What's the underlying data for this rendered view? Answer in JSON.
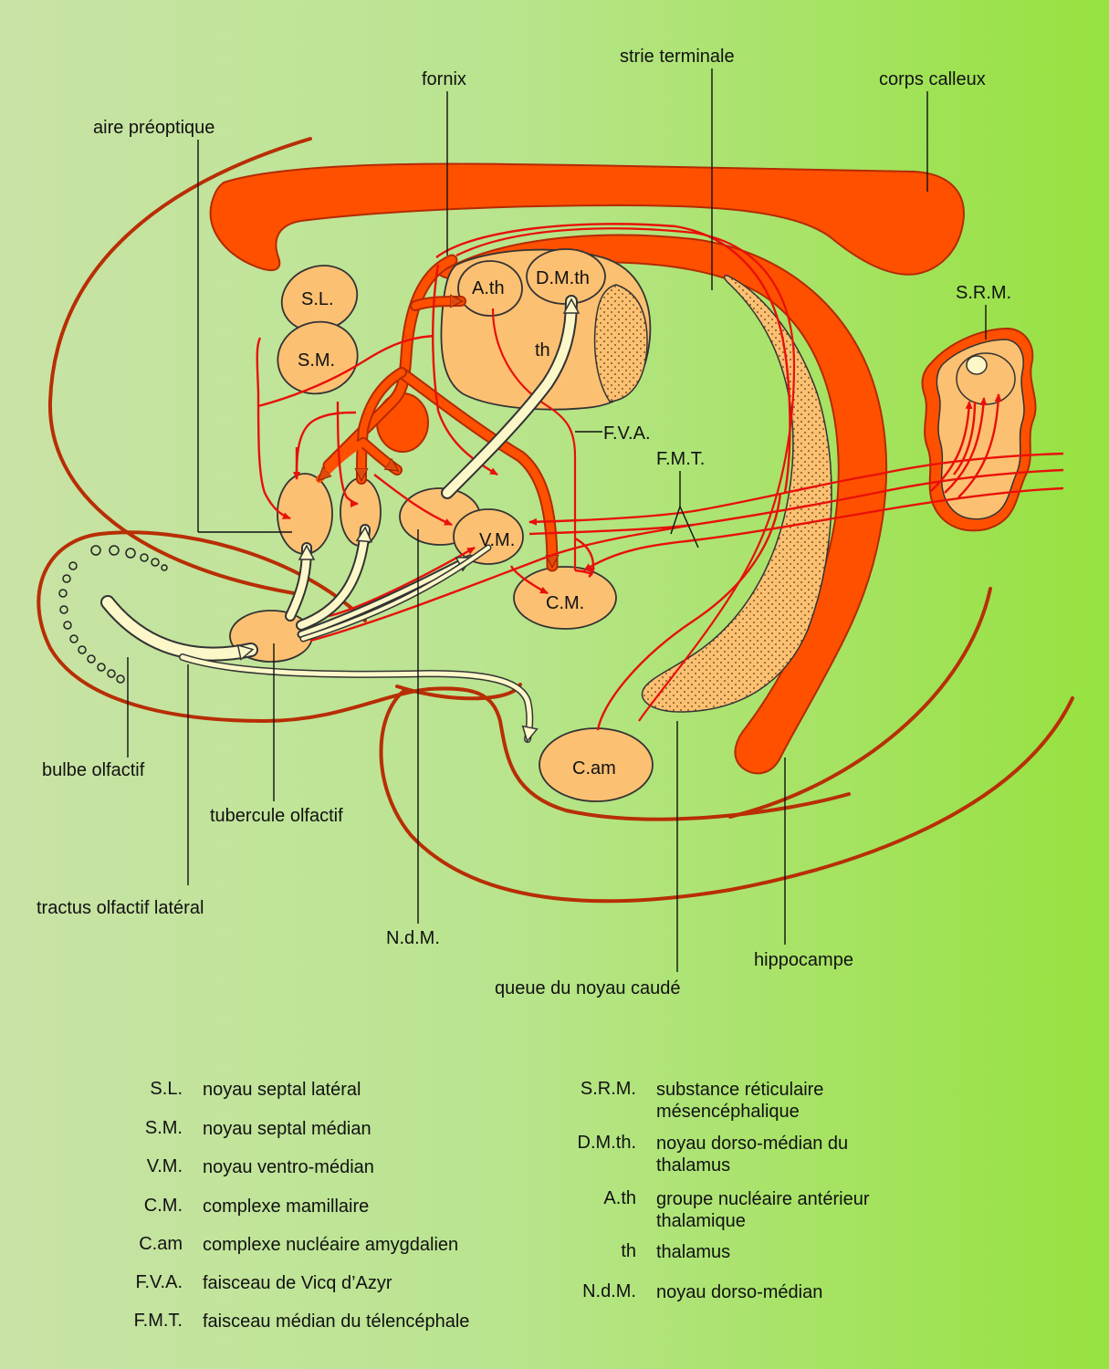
{
  "colors": {
    "structure_fill": "#ff5000",
    "structure_stroke": "#b32a00",
    "nucleus_fill": "#fcc072",
    "pathway_red": "#e8100a",
    "pathway_light": "#fbf7c8",
    "brain_outline": "#b82e05"
  },
  "labels": {
    "fornix": "fornix",
    "strie_terminale": "strie terminale",
    "corps_calleux": "corps calleux",
    "aire_preoptique": "aire préoptique",
    "fva": "F.V.A.",
    "fmt": "F.M.T.",
    "srm": "S.R.M.",
    "bulbe_olfactif": "bulbe olfactif",
    "tubercule_olfactif": "tubercule olfactif",
    "tractus_olfactif": "tractus olfactif latéral",
    "ndm": "N.d.M.",
    "queue_noyau": "queue du noyau caudé",
    "hippocampe": "hippocampe"
  },
  "nuclei": {
    "sl": "S.L.",
    "sm": "S.M.",
    "ath": "A.th",
    "dmth": "D.M.th",
    "th": "th",
    "vm": "V.M.",
    "cm": "C.M.",
    "cam": "C.am"
  },
  "legend_left": [
    {
      "abbr": "S.L.",
      "desc": "noyau septal latéral"
    },
    {
      "abbr": "S.M.",
      "desc": "noyau septal médian"
    },
    {
      "abbr": "V.M.",
      "desc": "noyau ventro-médian"
    },
    {
      "abbr": "C.M.",
      "desc": "complexe mamillaire"
    },
    {
      "abbr": "C.am",
      "desc": "complexe nucléaire amygdalien"
    },
    {
      "abbr": "F.V.A.",
      "desc": "faisceau de Vicq d’Azyr"
    },
    {
      "abbr": "F.M.T.",
      "desc": "faisceau médian du télencéphale"
    }
  ],
  "legend_right": [
    {
      "abbr": "S.R.M.",
      "desc": "substance réticulaire mésencéphalique"
    },
    {
      "abbr": "D.M.th.",
      "desc": "noyau dorso-médian du thalamus"
    },
    {
      "abbr": "A.th",
      "desc": "groupe nucléaire antérieur thalamique"
    },
    {
      "abbr": "th",
      "desc": "thalamus"
    },
    {
      "abbr": "N.d.M.",
      "desc": "noyau dorso-médian"
    }
  ]
}
